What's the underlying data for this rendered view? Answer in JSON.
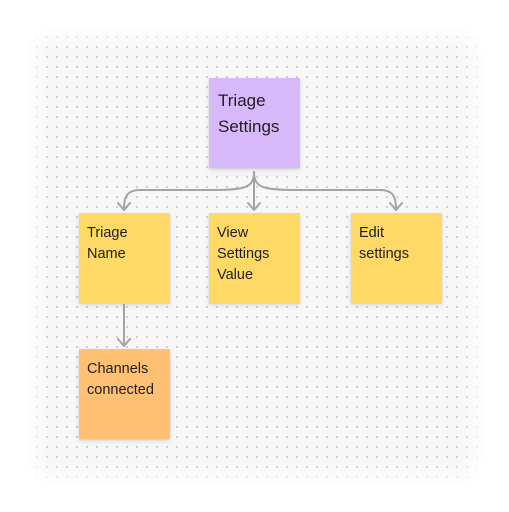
{
  "diagram": {
    "root": {
      "text": "Triage\nSettings",
      "color": "#d7b8fb"
    },
    "children": [
      {
        "text": "Triage\nName",
        "color": "#ffd966"
      },
      {
        "text": "View\nSettings\nValue",
        "color": "#ffd966"
      },
      {
        "text": "Edit\nsettings",
        "color": "#ffd966"
      }
    ],
    "grandchild": {
      "text": "Channels\nconnected",
      "color": "#ffc074"
    },
    "connector_color": "#a3a3a8"
  }
}
